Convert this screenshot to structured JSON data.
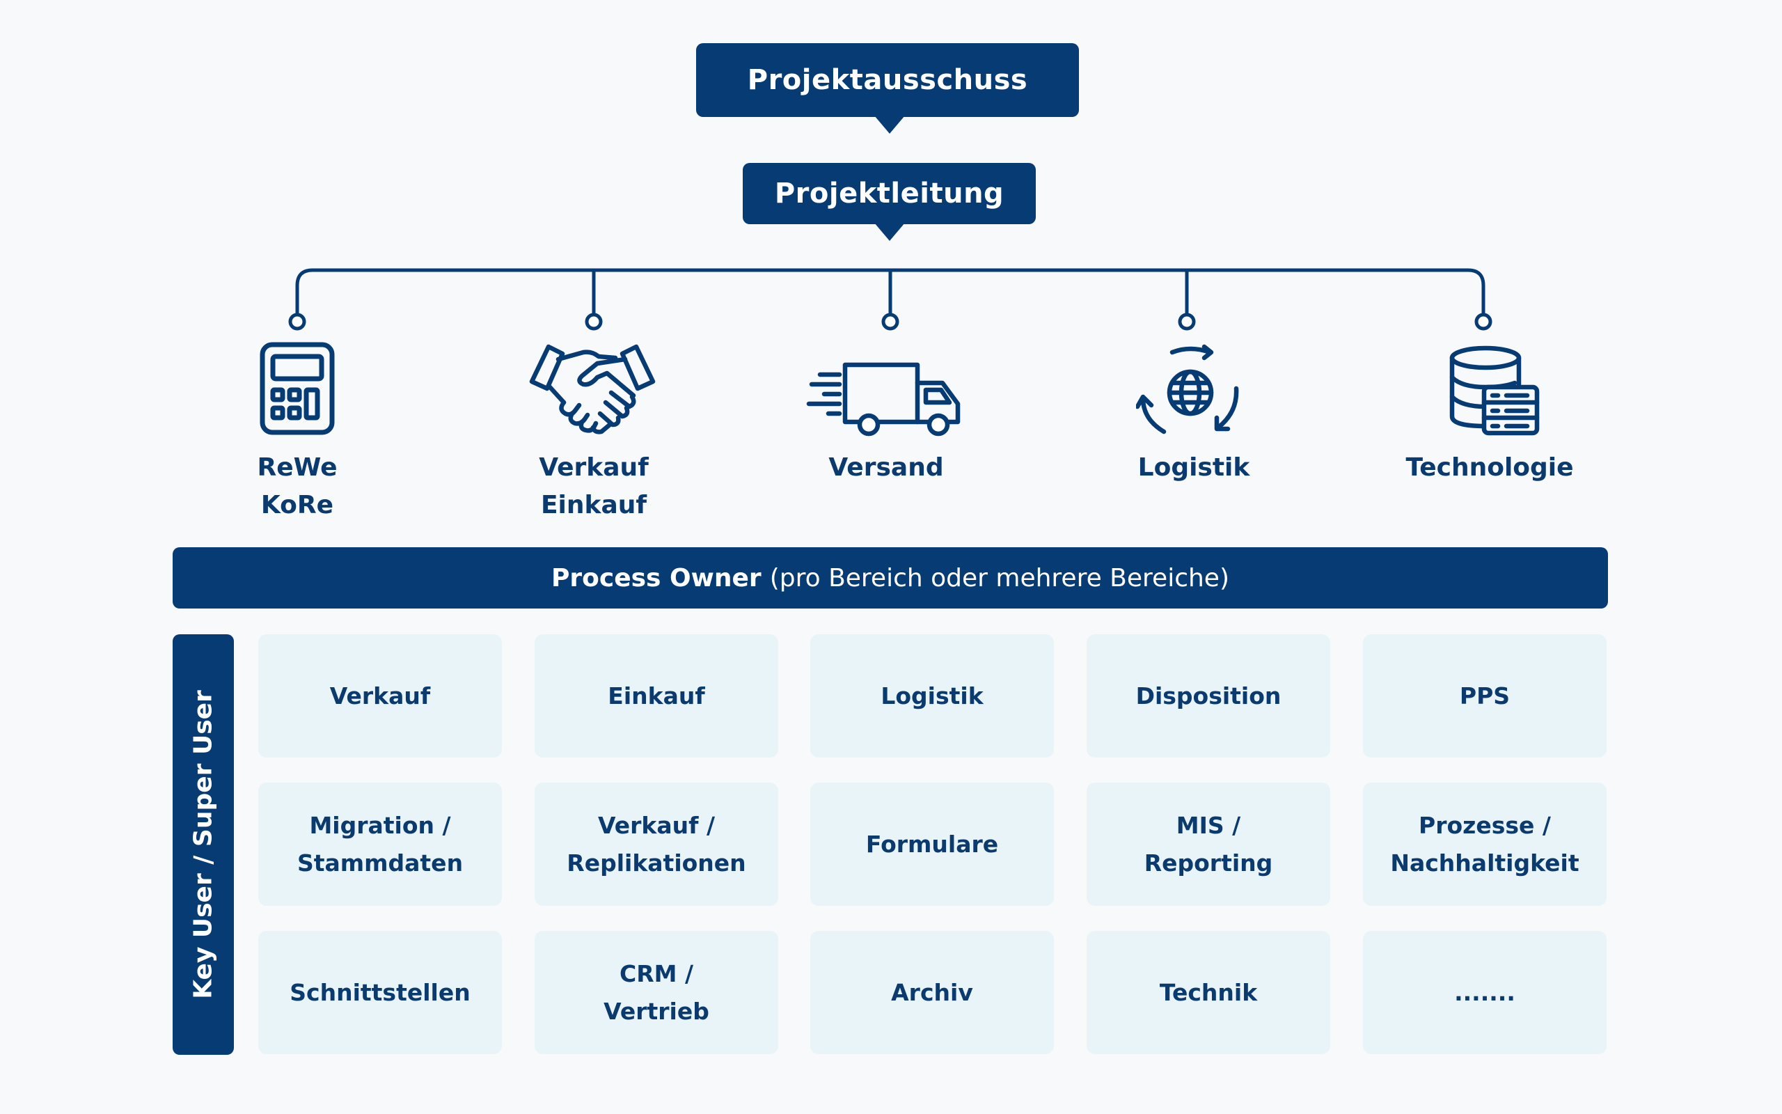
{
  "top": {
    "committee": "Projektausschuss",
    "lead": "Projektleitung"
  },
  "departments": [
    {
      "icon": "calculator-icon",
      "lines": [
        "ReWe",
        "KoRe"
      ]
    },
    {
      "icon": "handshake-icon",
      "lines": [
        "Verkauf",
        "Einkauf"
      ]
    },
    {
      "icon": "delivery-truck-icon",
      "lines": [
        "Versand"
      ]
    },
    {
      "icon": "globe-cycle-icon",
      "lines": [
        "Logistik"
      ]
    },
    {
      "icon": "database-server-icon",
      "lines": [
        "Technologie"
      ]
    }
  ],
  "process_owner": {
    "bold": "Process Owner",
    "rest": "(pro Bereich oder mehrere Bereiche)"
  },
  "key_user": "Key User / Super User",
  "tiles": [
    [
      [
        "Verkauf"
      ],
      [
        "Einkauf"
      ],
      [
        "Logistik"
      ],
      [
        "Disposition"
      ],
      [
        "PPS"
      ]
    ],
    [
      [
        "Migration /",
        "Stammdaten"
      ],
      [
        "Verkauf /",
        "Replikationen"
      ],
      [
        "Formulare"
      ],
      [
        "MIS /",
        "Reporting"
      ],
      [
        "Prozesse /",
        "Nachhaltigkeit"
      ]
    ],
    [
      [
        "Schnittstellen"
      ],
      [
        "CRM /",
        "Vertrieb"
      ],
      [
        "Archiv"
      ],
      [
        "Technik"
      ],
      [
        "......."
      ]
    ]
  ],
  "colors": {
    "primary": "#073b73",
    "tile": "#e9f4f9",
    "background": "#f7f9fb"
  }
}
